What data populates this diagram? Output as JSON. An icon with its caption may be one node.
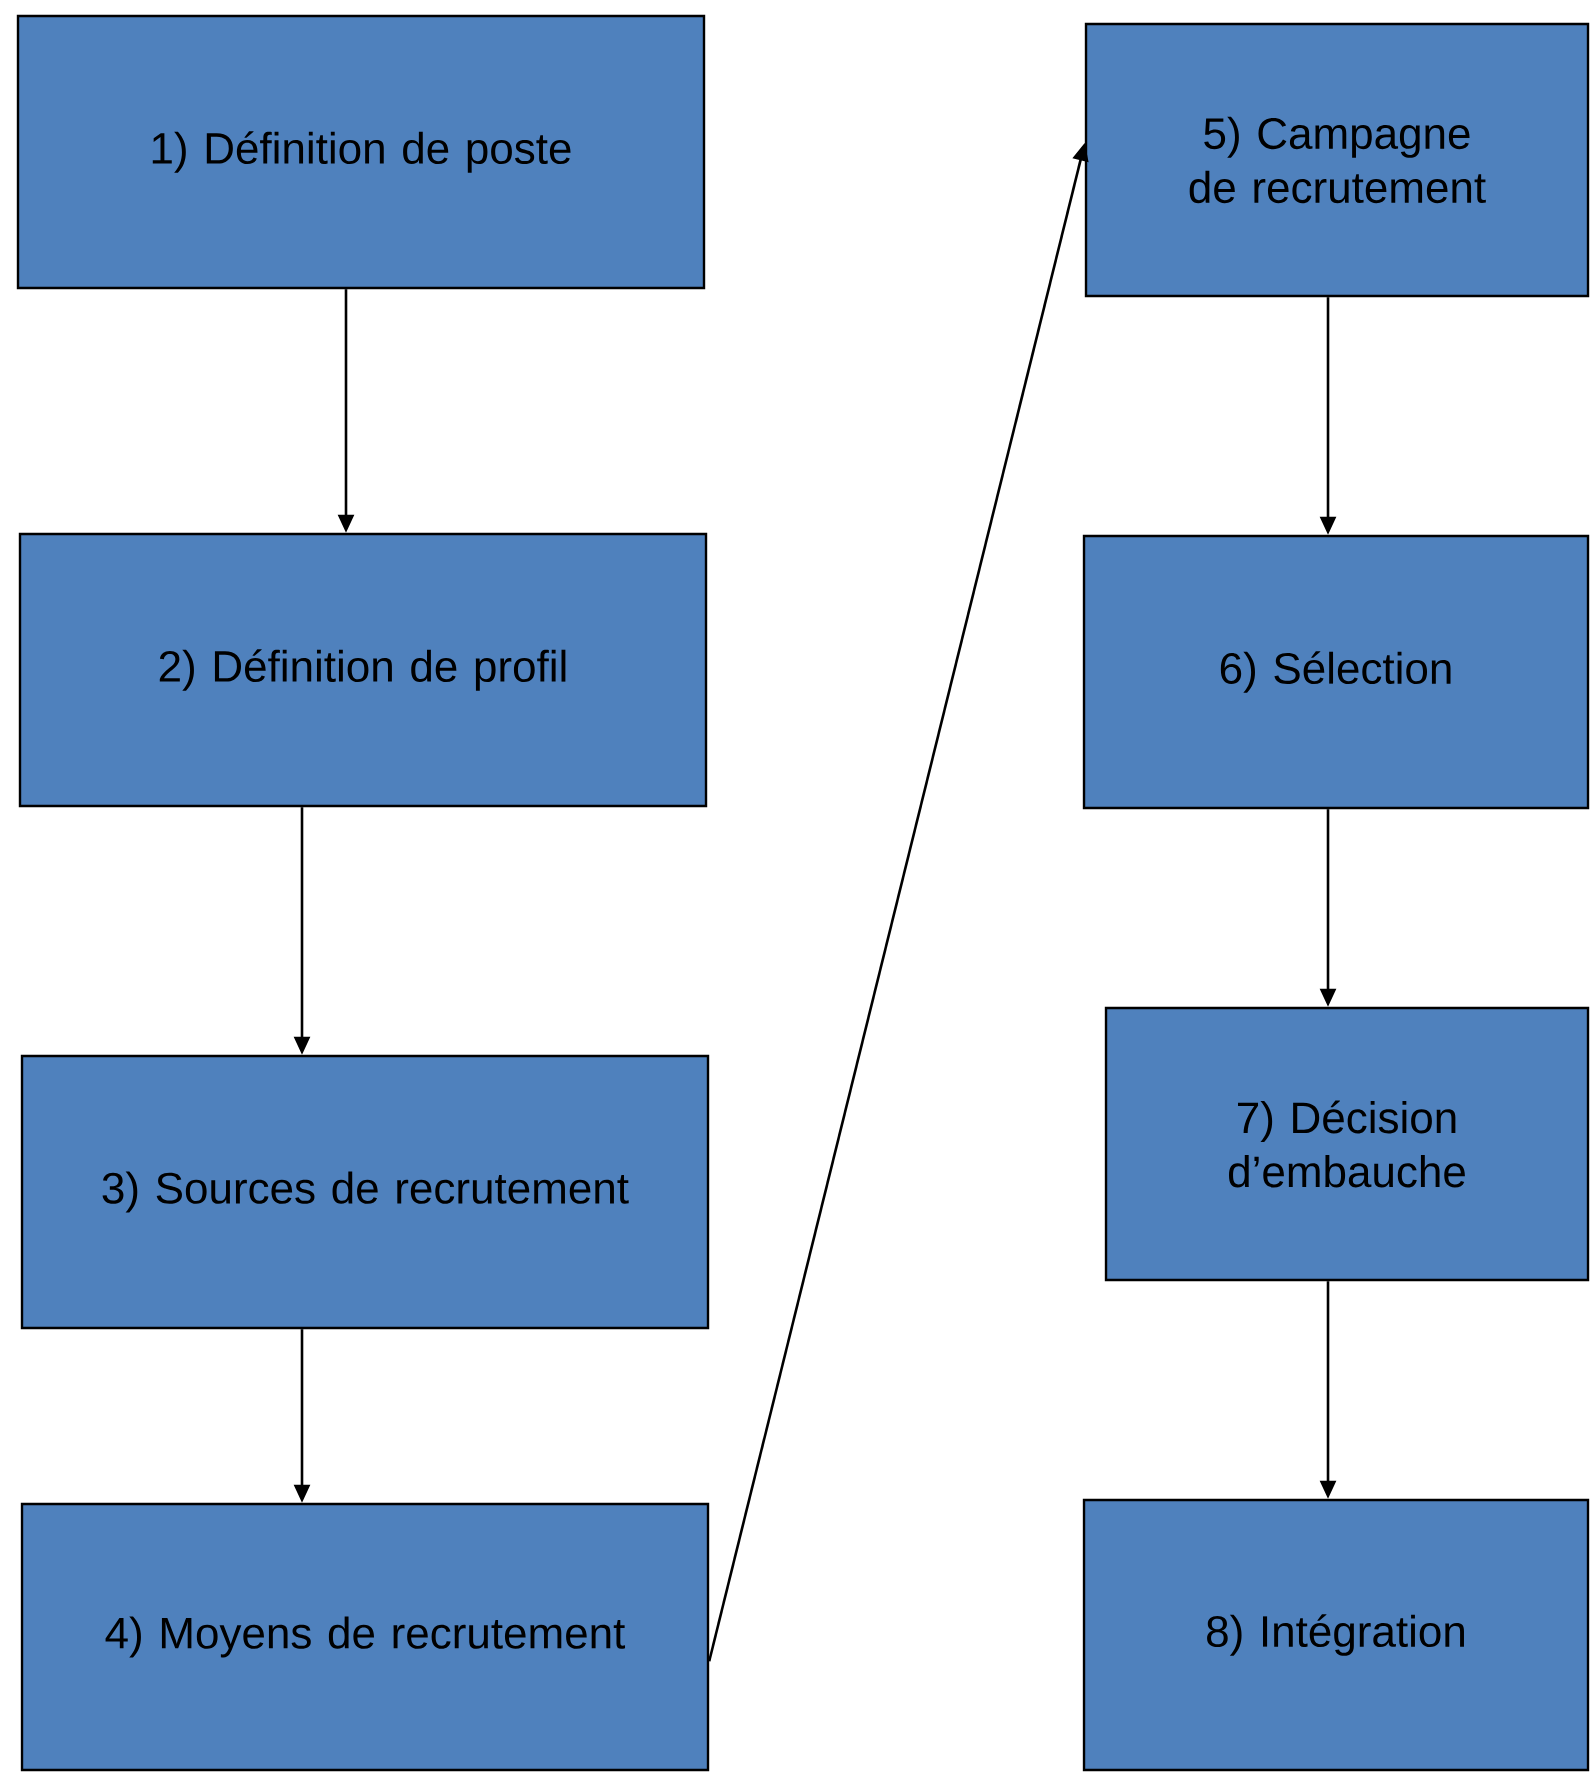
{
  "diagram": {
    "nodes": [
      {
        "text": [
          "1) Définition de poste"
        ]
      },
      {
        "text": [
          "2) Définition de profil"
        ]
      },
      {
        "text": [
          "3) Sources de recrutement"
        ]
      },
      {
        "text": [
          "4) Moyens de recrutement"
        ]
      },
      {
        "text": [
          "5) Campagne de recrutement"
        ]
      },
      {
        "text": [
          "6) Sélection"
        ]
      },
      {
        "text": [
          "7) Décision d’embauche"
        ]
      },
      {
        "text": [
          "8) Intégration"
        ]
      }
    ],
    "edges": [
      {
        "from": 0,
        "to": 1,
        "arrow": "to"
      },
      {
        "from": 1,
        "to": 2,
        "arrow": "to"
      },
      {
        "from": 2,
        "to": 3,
        "arrow": "to"
      },
      {
        "from": 3,
        "to": 4,
        "arrow": "to"
      },
      {
        "from": 4,
        "to": 5,
        "arrow": "to"
      },
      {
        "from": 5,
        "to": 6,
        "arrow": "to"
      },
      {
        "from": 6,
        "to": 7,
        "arrow": "to"
      }
    ]
  }
}
